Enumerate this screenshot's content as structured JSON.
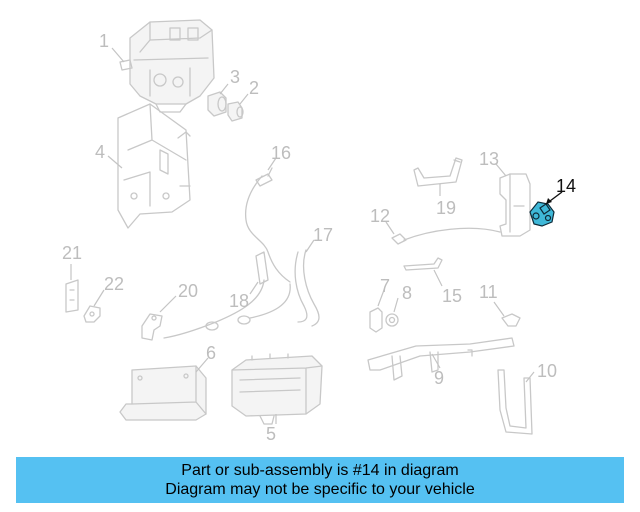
{
  "diagram": {
    "labels": {
      "p1": "1",
      "p2": "2",
      "p3": "3",
      "p4": "4",
      "p5": "5",
      "p6": "6",
      "p7": "7",
      "p8": "8",
      "p9": "9",
      "p10": "10",
      "p11": "11",
      "p12": "12",
      "p13": "13",
      "p14": "14",
      "p15": "15",
      "p16": "16",
      "p17": "17",
      "p18": "18",
      "p19": "19",
      "p20": "20",
      "p21": "21",
      "p22": "22"
    },
    "highlight_color": "#3fb8d8",
    "part_color": "#c8c8c8"
  },
  "banner": {
    "line1": "Part or sub-assembly is #14 in diagram",
    "line2": "Diagram may not be specific to your vehicle",
    "background": "#55c1f2"
  }
}
